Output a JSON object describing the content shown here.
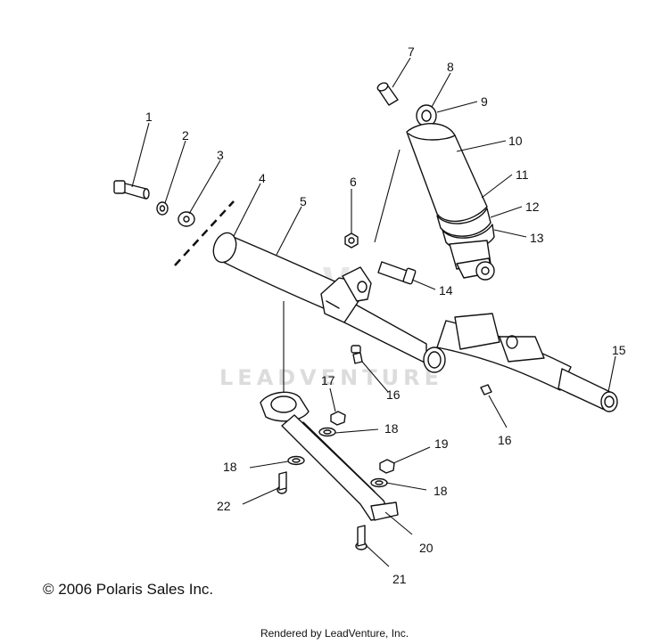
{
  "diagram": {
    "watermark": "LEADVENTURE",
    "callouts": [
      "1",
      "2",
      "3",
      "4",
      "5",
      "6",
      "7",
      "8",
      "9",
      "10",
      "11",
      "12",
      "13",
      "14",
      "15",
      "16",
      "16",
      "17",
      "18",
      "18",
      "18",
      "19",
      "20",
      "21",
      "22"
    ],
    "footer": {
      "copyright": "© 2006 Polaris Sales Inc.",
      "rendered_by": "Rendered by LeadVenture, Inc."
    }
  }
}
